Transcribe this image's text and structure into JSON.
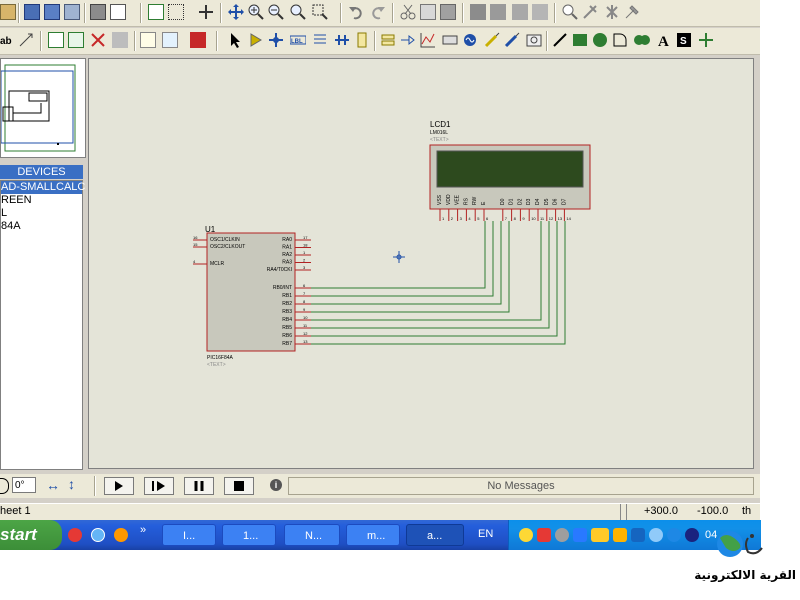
{
  "devices": {
    "header": "DEVICES",
    "items": [
      "AD-SMALLCALC",
      "REEN",
      "L",
      "84A"
    ],
    "selected_index": 0
  },
  "schematic": {
    "lcd": {
      "ref": "LCD1",
      "part": "LM016L",
      "text": "<TEXT>",
      "pins": [
        "VSS",
        "VDD",
        "VEE",
        "RS",
        "RW",
        "E",
        "D0",
        "D1",
        "D2",
        "D3",
        "D4",
        "D5",
        "D6",
        "D7"
      ],
      "pin_numbers": [
        "1",
        "2",
        "3",
        "4",
        "5",
        "6",
        "7",
        "8",
        "9",
        "10",
        "11",
        "12",
        "13",
        "14"
      ]
    },
    "mcu": {
      "ref": "U1",
      "part": "PIC16F84A",
      "text": "<TEXT>",
      "left_pins": [
        "OSC1/CLKIN",
        "OSC2/CLKOUT",
        "MCLR"
      ],
      "left_numbers": [
        "16",
        "15",
        "4"
      ],
      "right_pins_a": [
        "RA0",
        "RA1",
        "RA2",
        "RA3",
        "RA4/T0CKI"
      ],
      "right_numbers_a": [
        "17",
        "18",
        "1",
        "2",
        "3"
      ],
      "right_pins_b": [
        "RB0/INT",
        "RB1",
        "RB2",
        "RB3",
        "RB4",
        "RB5",
        "RB6",
        "RB7"
      ],
      "right_numbers_b": [
        "6",
        "7",
        "8",
        "9",
        "10",
        "11",
        "12",
        "13"
      ]
    }
  },
  "controls": {
    "rotation": "0°",
    "messages": "No Messages"
  },
  "status": {
    "sheet": "heet 1",
    "x": "+300.0",
    "y": "-100.0",
    "unit": "th"
  },
  "taskbar": {
    "start": "start",
    "tasks": [
      "I...",
      "1...",
      "N...",
      "m...",
      "a..."
    ],
    "language": "EN",
    "clock": "04"
  },
  "watermark": {
    "text": "القرية الالكترونية"
  },
  "colors": {
    "canvas": "#e4e4d8",
    "wire": "#2e7d32",
    "component": "#b22222",
    "lcd_screen": "#2d4a1e",
    "taskbar": "#245edb",
    "start": "#3c8e38"
  }
}
